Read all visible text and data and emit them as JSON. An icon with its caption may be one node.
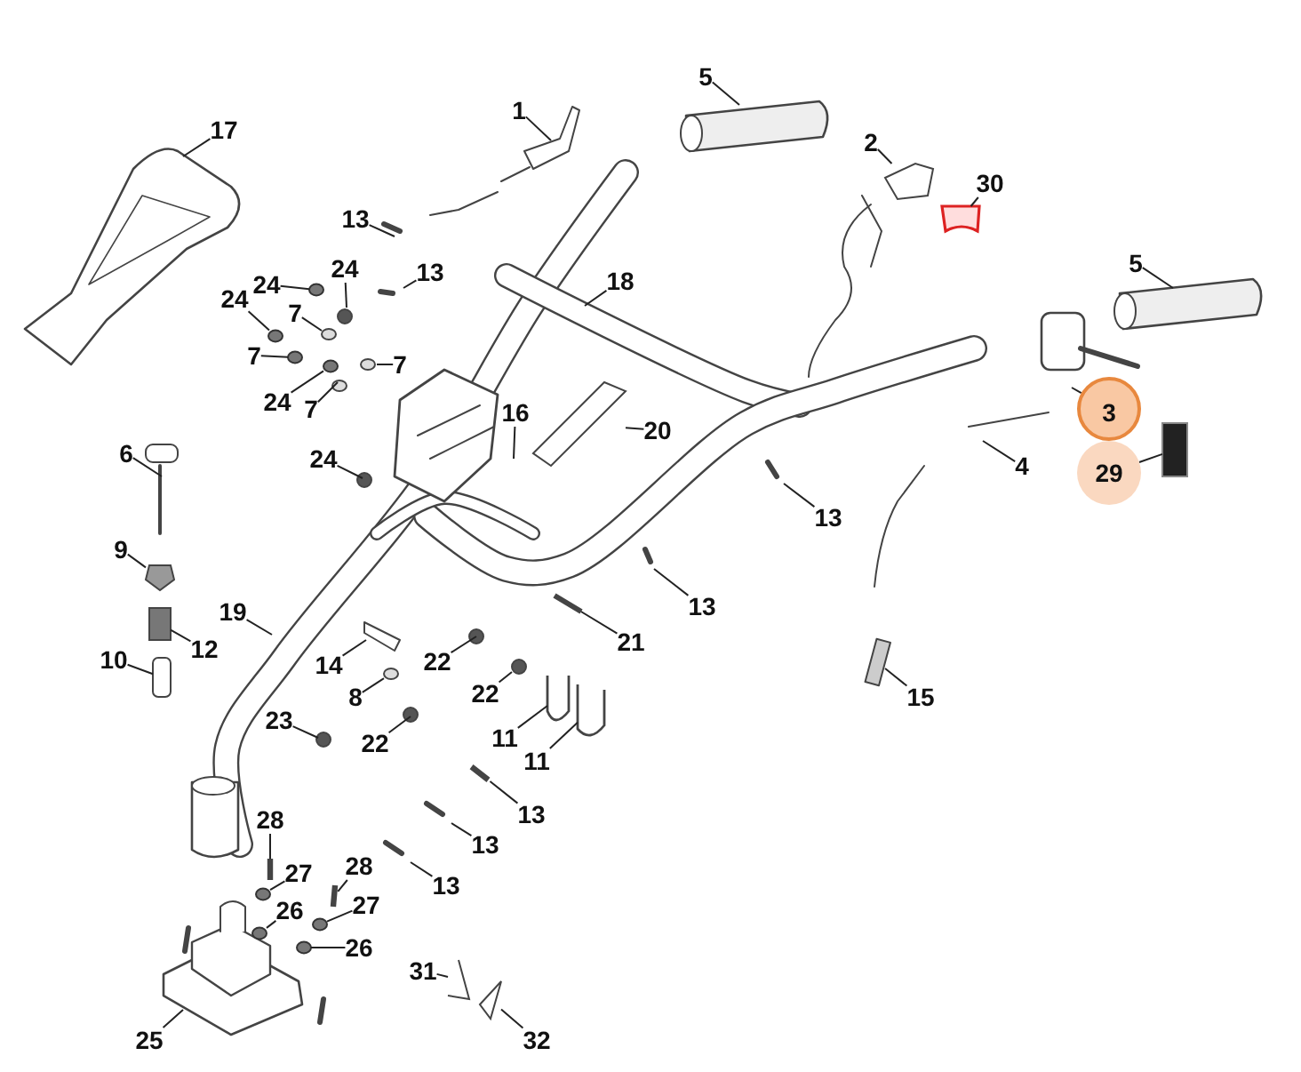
{
  "diagram": {
    "nodes": [
      {
        "text": [
          "1"
        ]
      },
      {
        "text": [
          "2"
        ]
      },
      {
        "text": [
          "30"
        ]
      },
      {
        "text": [
          "5"
        ]
      },
      {
        "text": [
          "17"
        ]
      },
      {
        "text": [
          "13"
        ]
      },
      {
        "text": [
          "13"
        ]
      },
      {
        "text": [
          "18"
        ]
      },
      {
        "text": [
          "24"
        ]
      },
      {
        "text": [
          "24"
        ]
      },
      {
        "text": [
          "24"
        ]
      },
      {
        "text": [
          "7"
        ]
      },
      {
        "text": [
          "7"
        ]
      },
      {
        "text": [
          "7"
        ]
      },
      {
        "text": [
          "24"
        ]
      },
      {
        "text": [
          "7"
        ]
      },
      {
        "text": [
          "5"
        ]
      },
      {
        "text": [
          "20"
        ]
      },
      {
        "text": [
          "16"
        ]
      },
      {
        "text": [
          "3"
        ]
      },
      {
        "text": [
          "29"
        ]
      },
      {
        "text": [
          "4"
        ]
      },
      {
        "text": [
          "6"
        ]
      },
      {
        "text": [
          "24"
        ]
      },
      {
        "text": [
          "9"
        ]
      },
      {
        "text": [
          "13"
        ]
      },
      {
        "text": [
          "13"
        ]
      },
      {
        "text": [
          "19"
        ]
      },
      {
        "text": [
          "12"
        ]
      },
      {
        "text": [
          "10"
        ]
      },
      {
        "text": [
          "21"
        ]
      },
      {
        "text": [
          "14"
        ]
      },
      {
        "text": [
          "22"
        ]
      },
      {
        "text": [
          "8"
        ]
      },
      {
        "text": [
          "22"
        ]
      },
      {
        "text": [
          "23"
        ]
      },
      {
        "text": [
          "22"
        ]
      },
      {
        "text": [
          "11"
        ]
      },
      {
        "text": [
          "11"
        ]
      },
      {
        "text": [
          "13"
        ]
      },
      {
        "text": [
          "13"
        ]
      },
      {
        "text": [
          "13"
        ]
      },
      {
        "text": [
          "28"
        ]
      },
      {
        "text": [
          "27"
        ]
      },
      {
        "text": [
          "28"
        ]
      },
      {
        "text": [
          "27"
        ]
      },
      {
        "text": [
          "26"
        ]
      },
      {
        "text": [
          "26"
        ]
      },
      {
        "text": [
          "25"
        ]
      },
      {
        "text": [
          "31"
        ]
      },
      {
        "text": [
          "32"
        ]
      },
      {
        "text": [
          "15"
        ]
      },
      {
        "text": [],
        "shape": "circle"
      },
      {
        "text": [],
        "shape": "circle"
      },
      {
        "text": [],
        "shape": "circle"
      },
      {
        "text": [],
        "shape": "circle"
      },
      {
        "text": [],
        "shape": "box"
      },
      {
        "text": [],
        "shape": "bar"
      },
      {
        "text": [],
        "shape": "bar"
      },
      {
        "text": [],
        "shape": "circle"
      },
      {
        "text": [],
        "shape": "bar"
      },
      {
        "text": [],
        "shape": "circle"
      },
      {
        "text": [],
        "shape": "circle"
      },
      {
        "text": [],
        "shape": "circle"
      },
      {
        "text": [],
        "shape": "cylinder"
      },
      {
        "text": [],
        "shape": "box"
      },
      {
        "text": [],
        "shape": "bar"
      },
      {
        "text": [],
        "shape": "box"
      },
      {
        "text": [],
        "shape": "box"
      },
      {
        "text": [],
        "shape": "circle"
      },
      {
        "text": [],
        "shape": "bar"
      },
      {
        "text": [],
        "shape": "bar"
      },
      {
        "text": [],
        "shape": "bar"
      },
      {
        "text": [],
        "shape": "box"
      },
      {
        "text": [],
        "shape": "bar"
      },
      {
        "text": [],
        "shape": "bar"
      }
    ],
    "edges": [
      {
        "from": 0,
        "to": null,
        "arrow": "none"
      },
      {
        "from": 1,
        "to": 73,
        "arrow": "none"
      },
      {
        "from": 2,
        "to": 65,
        "arrow": "none"
      },
      {
        "from": 3,
        "to": null,
        "arrow": "none"
      },
      {
        "from": 4,
        "to": null,
        "arrow": "none"
      },
      {
        "from": 5,
        "to": null,
        "arrow": "none"
      },
      {
        "from": 6,
        "to": null,
        "arrow": "none"
      },
      {
        "from": 7,
        "to": null,
        "arrow": "none"
      },
      {
        "from": 8,
        "to": 52,
        "arrow": "none"
      },
      {
        "from": 9,
        "to": null,
        "arrow": "none"
      },
      {
        "from": 10,
        "to": 53,
        "arrow": "none"
      },
      {
        "from": 11,
        "to": null,
        "arrow": "none"
      },
      {
        "from": 12,
        "to": 54,
        "arrow": "none"
      },
      {
        "from": 13,
        "to": null,
        "arrow": "none"
      },
      {
        "from": 14,
        "to": 55,
        "arrow": "none"
      },
      {
        "from": 15,
        "to": null,
        "arrow": "none"
      },
      {
        "from": 16,
        "to": null,
        "arrow": "none"
      },
      {
        "from": 17,
        "to": 66,
        "arrow": "none"
      },
      {
        "from": 18,
        "to": null,
        "arrow": "none"
      },
      {
        "from": 19,
        "to": null,
        "arrow": "none"
      },
      {
        "from": 20,
        "to": 67,
        "arrow": "none"
      },
      {
        "from": 21,
        "to": null,
        "arrow": "none"
      },
      {
        "from": 22,
        "to": null,
        "arrow": "none"
      },
      {
        "from": 23,
        "to": null,
        "arrow": "none"
      },
      {
        "from": 24,
        "to": 68,
        "arrow": "none"
      },
      {
        "from": 25,
        "to": null,
        "arrow": "none"
      },
      {
        "from": 26,
        "to": null,
        "arrow": "none"
      },
      {
        "from": 27,
        "to": null,
        "arrow": "none"
      },
      {
        "from": 28,
        "to": 64,
        "arrow": "none"
      },
      {
        "from": 29,
        "to": 56,
        "arrow": "none"
      },
      {
        "from": 30,
        "to": 74,
        "arrow": "none"
      },
      {
        "from": 31,
        "to": null,
        "arrow": "none"
      },
      {
        "from": 32,
        "to": null,
        "arrow": "none"
      },
      {
        "from": 33,
        "to": 69,
        "arrow": "none"
      },
      {
        "from": 34,
        "to": null,
        "arrow": "none"
      },
      {
        "from": 35,
        "to": null,
        "arrow": "none"
      },
      {
        "from": 36,
        "to": null,
        "arrow": "none"
      },
      {
        "from": 37,
        "to": 70,
        "arrow": "none"
      },
      {
        "from": 38,
        "to": 71,
        "arrow": "none"
      },
      {
        "from": 39,
        "to": 57,
        "arrow": "none"
      },
      {
        "from": 40,
        "to": null,
        "arrow": "none"
      },
      {
        "from": 41,
        "to": null,
        "arrow": "none"
      },
      {
        "from": 42,
        "to": 58,
        "arrow": "none"
      },
      {
        "from": 43,
        "to": 59,
        "arrow": "none"
      },
      {
        "from": 44,
        "to": 60,
        "arrow": "none"
      },
      {
        "from": 45,
        "to": 61,
        "arrow": "none"
      },
      {
        "from": 46,
        "to": 62,
        "arrow": "none"
      },
      {
        "from": 47,
        "to": 63,
        "arrow": "none"
      },
      {
        "from": 48,
        "to": null,
        "arrow": "none"
      },
      {
        "from": 49,
        "to": 75,
        "arrow": "none"
      },
      {
        "from": 50,
        "to": 72,
        "arrow": "none"
      },
      {
        "from": 51,
        "to": null,
        "arrow": "none"
      }
    ]
  }
}
